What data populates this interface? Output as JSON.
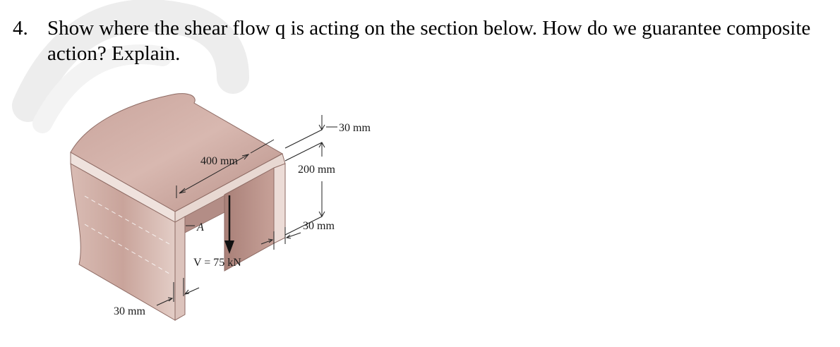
{
  "question": {
    "number": "4.",
    "text": "Show where the shear flow q is acting on the section below.  How do we guarantee composite action? Explain."
  },
  "figure": {
    "labels": {
      "top_flange_thickness": "30 mm",
      "web_height": "200 mm",
      "web_thickness_right": "30 mm",
      "flange_width": "400 mm",
      "section_point": "A",
      "shear_force": "V = 75 kN",
      "web_thickness_left": "30 mm"
    }
  }
}
